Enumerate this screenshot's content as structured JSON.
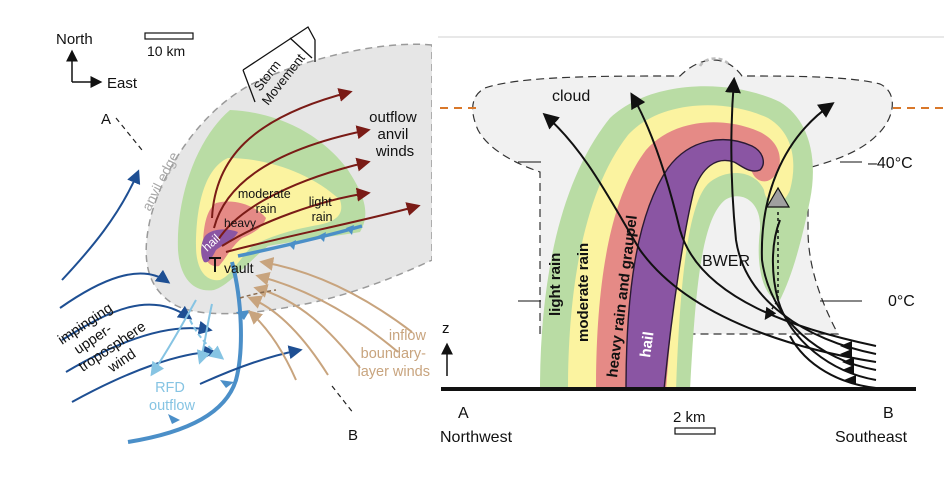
{
  "map_panel": {
    "compass_north": "North",
    "compass_east": "East",
    "scale_label": "10 km",
    "storm_movement": [
      "Storm",
      "Movement"
    ],
    "section_start": "A",
    "section_end": "B",
    "anvil_edge": "anvil edge",
    "outflow_anvil_winds": [
      "outflow",
      "anvil",
      "winds"
    ],
    "moderate_rain": [
      "moderate",
      "rain"
    ],
    "light_rain": [
      "light",
      "rain"
    ],
    "heavy": "heavy",
    "hail": "hail",
    "vault": "vault",
    "impinging_wind": [
      "impinging",
      "upper-",
      "troposphere",
      "wind"
    ],
    "rfd_outflow": [
      "RFD",
      "outflow"
    ],
    "inflow_winds": [
      "inflow",
      "boundary-",
      "layer winds"
    ]
  },
  "section_panel": {
    "cloud": "cloud",
    "temp_upper": "–40°C",
    "temp_lower": "0°C",
    "bwer": "BWER",
    "light_rain": "light  rain",
    "moderate_rain": "moderate  rain",
    "heavy_rain_graupel": "heavy  rain  and  graupel",
    "hail": "hail",
    "z_axis": "z",
    "point_a": "A",
    "point_b": "B",
    "northwest": "Northwest",
    "southeast": "Southeast",
    "scale_label": "2 km"
  },
  "colors": {
    "anvil": "#e6e6e6",
    "light_rain": "#b9dca4",
    "moderate_rain": "#fbf3a0",
    "heavy_rain": "#e58a86",
    "hail": "#8a55a3",
    "outflow_arrow": "#7a1b16",
    "upper_wind": "#1e4f93",
    "rfd_outflow": "#86c4e3",
    "inflow_arrow": "#c8a47e",
    "gust_front": "#4b8fc8",
    "freezing_level": "#d9782a"
  }
}
